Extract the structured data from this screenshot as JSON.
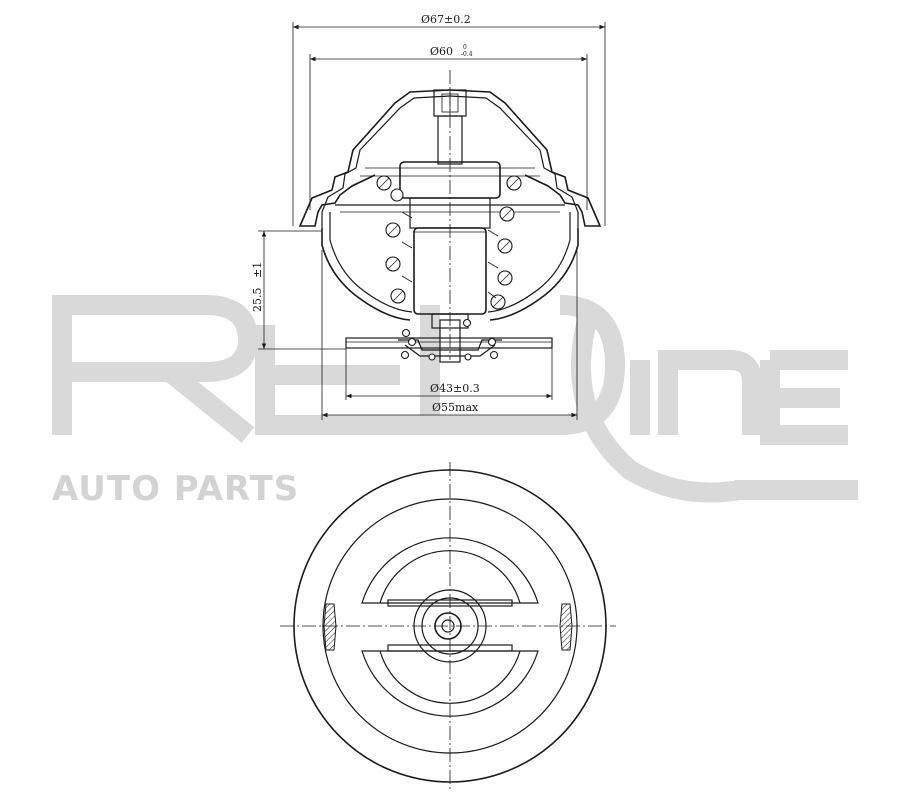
{
  "watermark": {
    "brand": "REDLINE",
    "subtitle": "AUTO PARTS"
  },
  "dimensions": {
    "outer_flange_dia": "Ø67±0.2",
    "body_dia": "Ø60",
    "body_dia_tol_upper": "0",
    "body_dia_tol_lower": "-0.4",
    "height": "25.5",
    "height_tol": "±1",
    "valve_dia": "Ø43±0.3",
    "max_dia": "Ø55max"
  }
}
